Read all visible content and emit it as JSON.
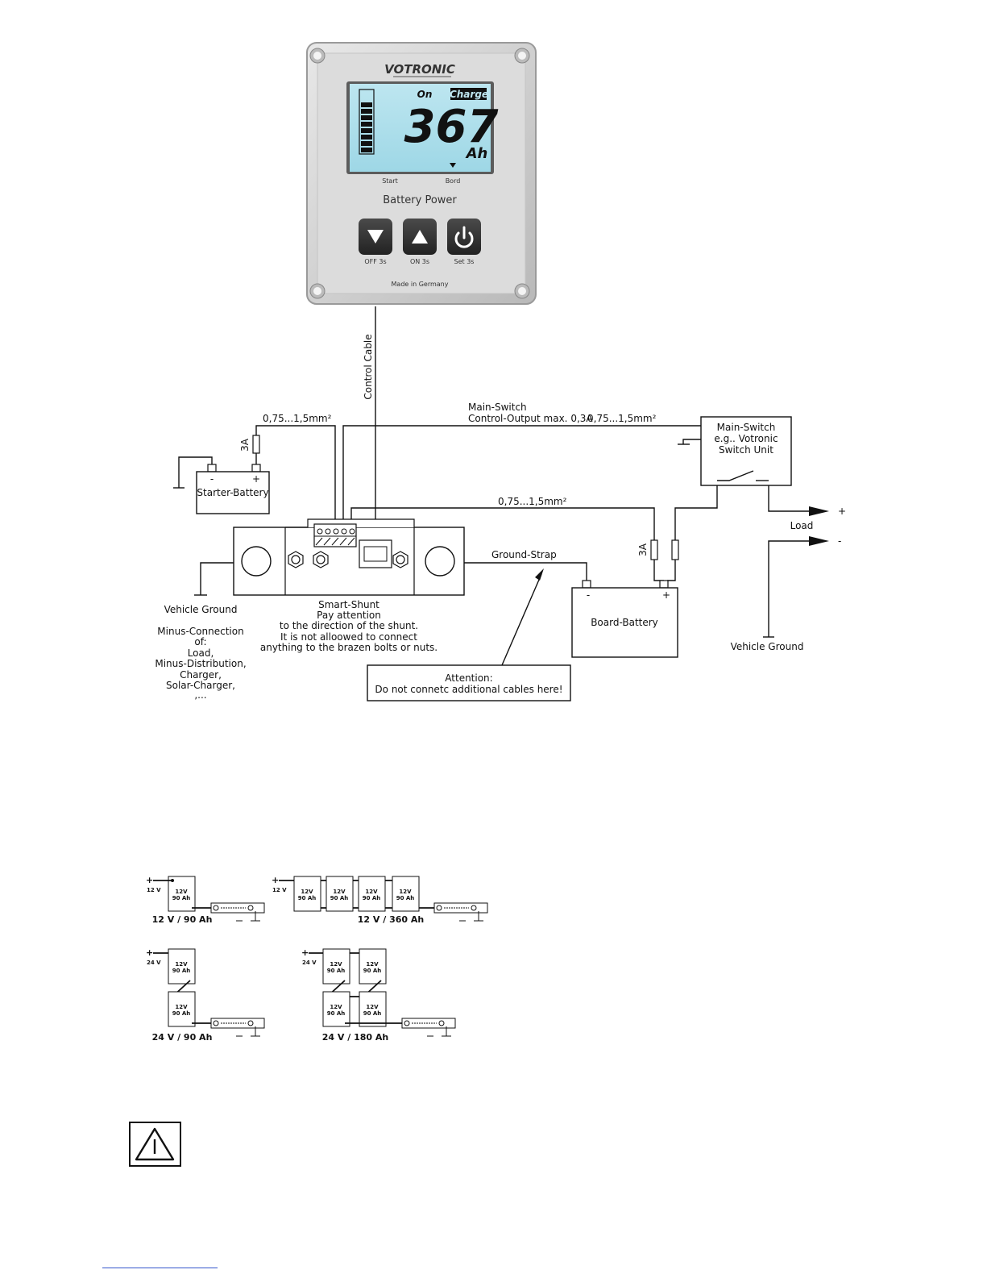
{
  "panel": {
    "brand": "VOTRONIC",
    "status_on": "On",
    "status_charge": "Charge",
    "reading_value": "367",
    "reading_unit": "Ah",
    "label_start": "Start",
    "label_bord": "Bord",
    "title": "Battery Power",
    "buttons": [
      {
        "label": "OFF 3s",
        "icon": "triangle-down-icon"
      },
      {
        "label": "ON 3s",
        "icon": "triangle-up-icon"
      },
      {
        "label": "Set 3s",
        "icon": "power-icon"
      }
    ],
    "footer": "Made in Germany"
  },
  "wiring": {
    "control_cable": "Control Cable",
    "wire_gauge": "0,75...1,5mm²",
    "main_switch_line1": "Main-Switch",
    "main_switch_line2": "Control-Output max. 0,3A",
    "fuse": "3A",
    "main_switch_box": [
      "Main-Switch",
      "e.g.. Votronic",
      "Switch Unit"
    ],
    "starter_battery": "Starter-Battery",
    "minus": "-",
    "plus": "+",
    "load": "Load",
    "ground_strap": "Ground-Strap",
    "board_battery": "Board-Battery",
    "vehicle_ground": "Vehicle Ground",
    "minus_connection": [
      "Minus-Connection",
      "of:",
      "Load,",
      "Minus-Distribution,",
      "Charger,",
      "Solar-Charger,",
      ",..."
    ],
    "smart_shunt": [
      "Smart-Shunt",
      "Pay attention",
      "to the direction of the shunt.",
      "It is not alloowed to connect",
      "anything to the brazen bolts or nuts."
    ],
    "attention": [
      "Attention:",
      "Do not connetc additional cables here!"
    ]
  },
  "battery_configs": {
    "cell_volt": "12V",
    "cell_cap": "90 Ah",
    "volt_12": "12 V",
    "volt_24": "24 V",
    "captions": [
      "12 V / 90 Ah",
      "12 V / 360 Ah",
      "24 V / 90 Ah",
      "24 V / 180 Ah"
    ]
  },
  "warning_icon": "warning-triangle-icon"
}
